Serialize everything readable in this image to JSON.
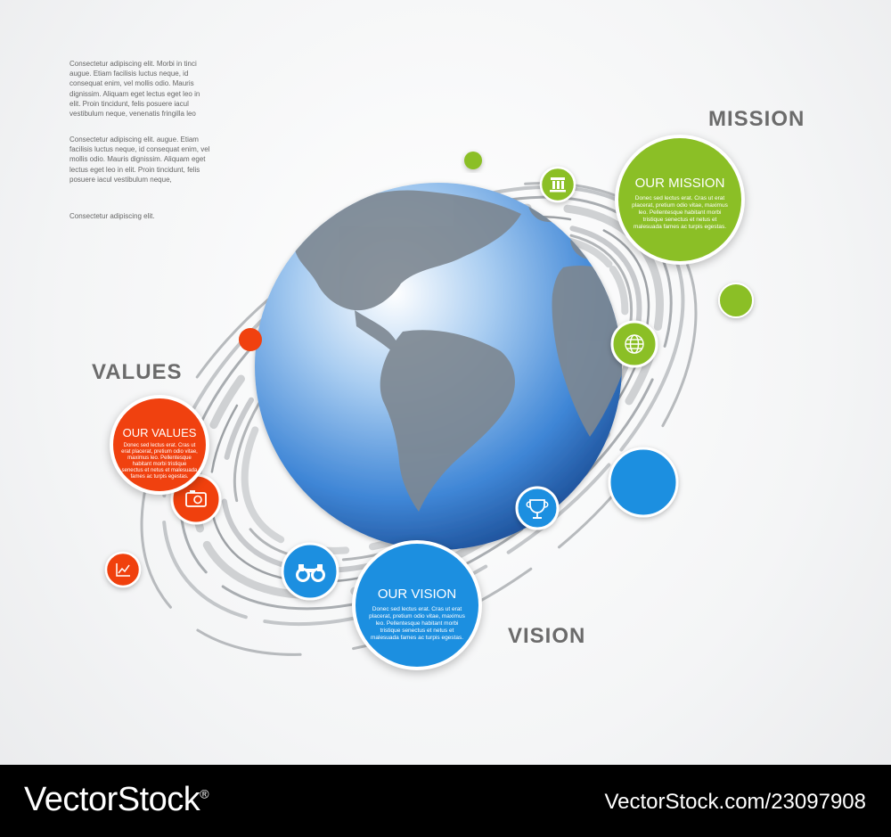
{
  "intro_paragraphs": [
    "Consectetur adipiscing elit. Morbi in tinci augue. Etiam facilisis luctus neque, id consequat enim, vel mollis odio. Mauris dignissim. Aliquam eget lectus eget leo in elit. Proin tincidunt, felis posuere iacul vestibulum neque, venenatis fringilla leo",
    "Consectetur adipiscing elit. augue. Etiam facilisis luctus neque, id consequat enim, vel mollis odio. Mauris dignissim. Aliquam eget lectus eget leo in elit. Proin tincidunt, felis posuere iacul vestibulum neque,",
    "Consectetur adipiscing elit."
  ],
  "headings": {
    "mission": "MISSION",
    "values": "VALUES",
    "vision": "VISION"
  },
  "cards": {
    "mission": {
      "title": "OUR MISSION",
      "body": "Donec sed lectus erat. Cras ut erat placerat, pretium odio vitae, maximus leo. Pellentesque habitant morbi tristique senectus et netus et malesuada fames ac turpis egestas."
    },
    "values": {
      "title": "OUR VALUES",
      "body": "Donec sed lectus erat. Cras ut erat placerat, pretium odio vitae, maximus leo. Pellentesque habitant morbi tristique senectus et netus et malesuada fames ac turpis egestas."
    },
    "vision": {
      "title": "OUR VISION",
      "body": "Donec sed lectus erat. Cras ut erat placerat, pretium odio vitae, maximus leo. Pellentesque habitant morbi tristique senectus et netus et malesuada fames ac turpis egestas."
    }
  },
  "icons": [
    "pillar-icon",
    "globe-grid-icon",
    "trophy-icon",
    "binoculars-icon",
    "camera-icon",
    "chart-icon"
  ],
  "colors": {
    "green": "#8bbf26",
    "red": "#f0410f",
    "blue": "#1c8fe0",
    "heading": "#6b6b6b",
    "ring": "#b9bcbf"
  },
  "footer": {
    "brand": "VectorStock",
    "registered": "®",
    "stock_id": "VectorStock.com/23097908"
  }
}
